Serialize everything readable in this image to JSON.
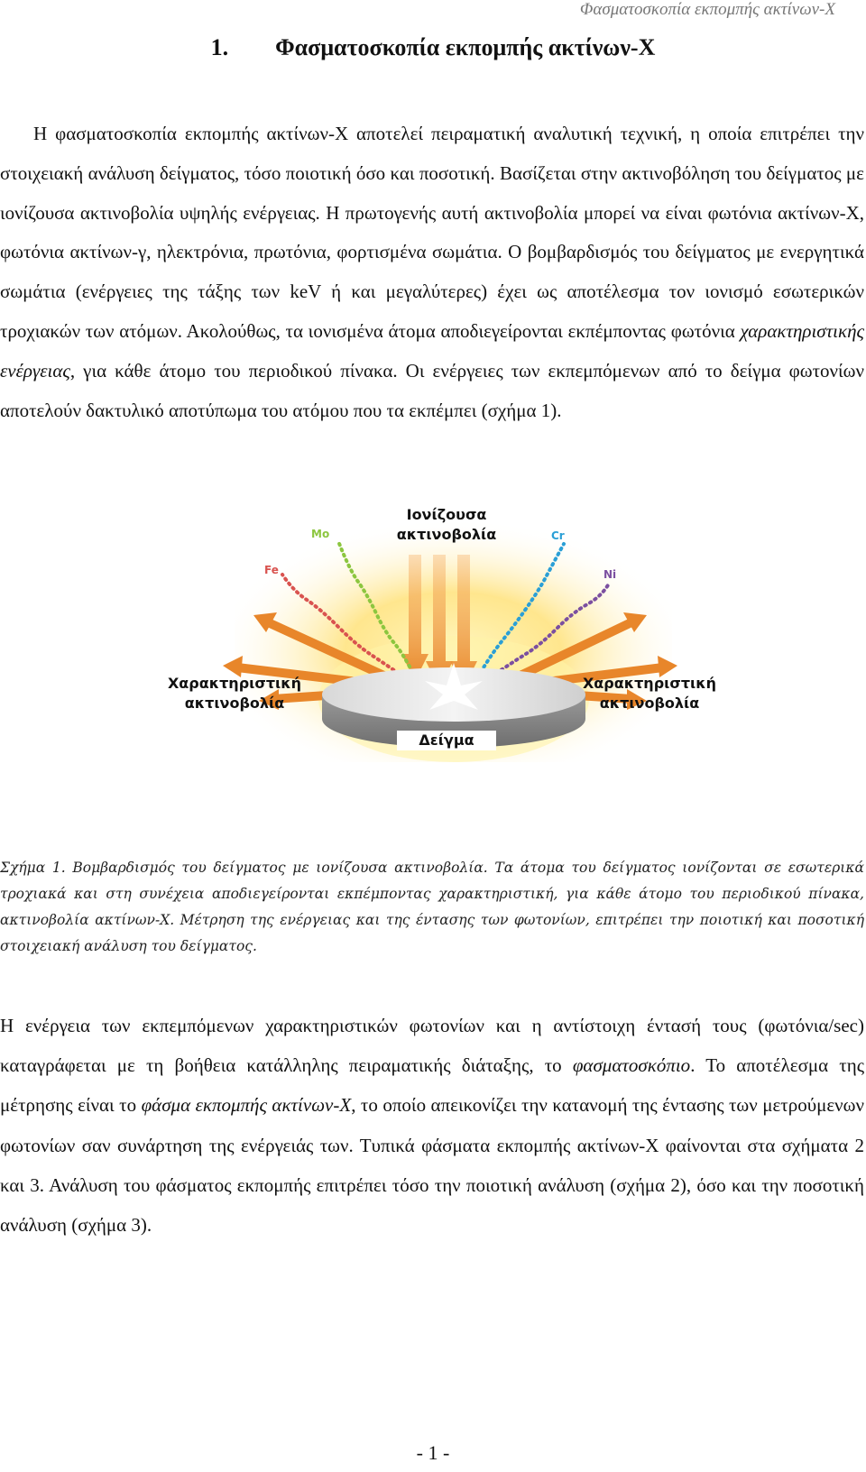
{
  "header": {
    "running_title": "Φασματοσκοπία εκπομπής ακτίνων-Χ"
  },
  "section": {
    "number": "1.",
    "title": "Φασματοσκοπία εκπομπής ακτίνων-Χ"
  },
  "paragraph1": {
    "part1": "Η φασματοσκοπία εκπομπής ακτίνων-Χ αποτελεί πειραματική αναλυτική τεχνική, η οποία επιτρέπει την στοιχειακή ανάλυση δείγματος, τόσο ποιοτική όσο και ποσοτική. Βασίζεται στην ακτινοβόληση του δείγματος με ιονίζουσα ακτινοβολία υψηλής ενέργειας. Η πρωτογενής αυτή ακτινοβολία μπορεί να είναι φωτόνια ακτίνων-Χ, φωτόνια ακτίνων-γ, ηλεκτρόνια, πρωτόνια, φορτισμένα σωμάτια. Ο βομβαρδισμός του δείγματος με ενεργητικά σωμάτια (ενέργειες της τάξης των keV ή και μεγαλύτερες) έχει ως αποτέλεσμα τον ιονισμό εσωτερικών τροχιακών των ατόμων. Ακολούθως, τα ιονισμένα άτομα αποδιεγείρονται εκπέμποντας φωτόνια",
    "emph1": "χαρακτηριστικής ενέργειας",
    "part2": ", για κάθε άτομο του περιοδικού πίνακα. Οι ενέργειες των εκπεμπόμενων από το δείγμα φωτονίων αποτελούν δακτυλικό αποτύπωμα του ατόμου που τα εκπέμπει (σχήμα 1)."
  },
  "figure1": {
    "top_label_line1": "Ιονίζουσα",
    "top_label_line2": "ακτινοβολία",
    "left_label_line1": "Χαρακτηριστική",
    "left_label_line2": "ακτινοβολία",
    "right_label_line1": "Χαρακτηριστική",
    "right_label_line2": "ακτινοβολία",
    "bottom_label": "Δείγμα",
    "elements": {
      "fe": "Fe",
      "mo": "Mo",
      "cr": "Cr",
      "ni": "Ni"
    }
  },
  "caption1": {
    "label": "Σχήμα 1.",
    "text": "Βομβαρδισμός του δείγματος με ιονίζουσα ακτινοβολία. Τα άτομα του δείγματος ιονίζονται σε εσωτερικά τροχιακά και στη συνέχεια αποδιεγείρονται εκπέμποντας χαρακτηριστική, για κάθε άτομο του περιοδικού πίνακα, ακτινοβολία ακτίνων-Χ. Μέτρηση της ενέργειας και της έντασης των φωτονίων, επιτρέπει την ποιοτική και ποσοτική στοιχειακή ανάλυση του δείγματος."
  },
  "paragraph2": {
    "part1": "Η ενέργεια των εκπεμπόμενων χαρακτηριστικών φωτονίων και η αντίστοιχη έντασή τους (φωτόνια/sec) καταγράφεται με τη βοήθεια κατάλληλης πειραματικής διάταξης, το",
    "emph1": "φασματοσκόπιο",
    "part2": ". Το αποτέλεσμα της μέτρησης είναι το",
    "emph2": "φάσμα εκπομπής ακτίνων-Χ",
    "part3": ", το οποίο απεικονίζει την κατανομή της έντασης των μετρούμενων φωτονίων σαν συνάρτηση της ενέργειάς των. Τυπικά φάσματα εκπομπής ακτίνων-Χ φαίνονται στα σχήματα 2 και 3. Ανάλυση του φάσματος εκπομπής επιτρέπει τόσο την ποιοτική ανάλυση (σχήμα 2), όσο και την ποσοτική ανάλυση (σχήμα 3)."
  },
  "footer": {
    "page_number": "- 1 -"
  },
  "colors": {
    "arrow_orange": "#e8862a",
    "fe_dots": "#d9534f",
    "mo_dots": "#8cc63f",
    "cr_dots": "#2a9fd6",
    "ni_dots": "#7b4fa0",
    "sample_gray": "#a9a9a9"
  }
}
